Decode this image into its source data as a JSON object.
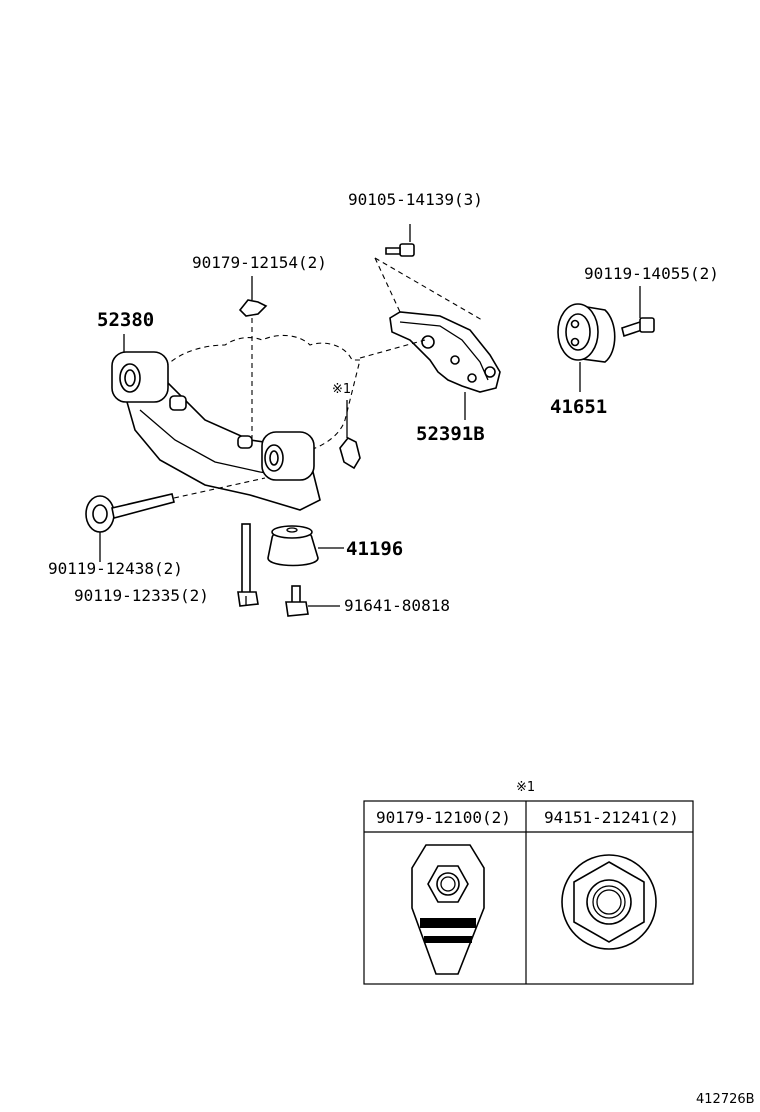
{
  "diagram": {
    "labels": {
      "p_90105_14139": "90105-14139(3)",
      "p_90179_12154": "90179-12154(2)",
      "p_90119_14055": "90119-14055(2)",
      "p_52380": "52380",
      "p_41651": "41651",
      "p_52391B": "52391B",
      "p_note_mark": "※1",
      "p_41196": "41196",
      "p_90119_12438": "90119-12438(2)",
      "p_90119_12335": "90119-12335(2)",
      "p_91641_80818": "91641-80818"
    },
    "table": {
      "title": "※1",
      "headers": [
        "90179-12100(2)",
        "94151-21241(2)"
      ]
    },
    "figure_id": "412726B"
  }
}
